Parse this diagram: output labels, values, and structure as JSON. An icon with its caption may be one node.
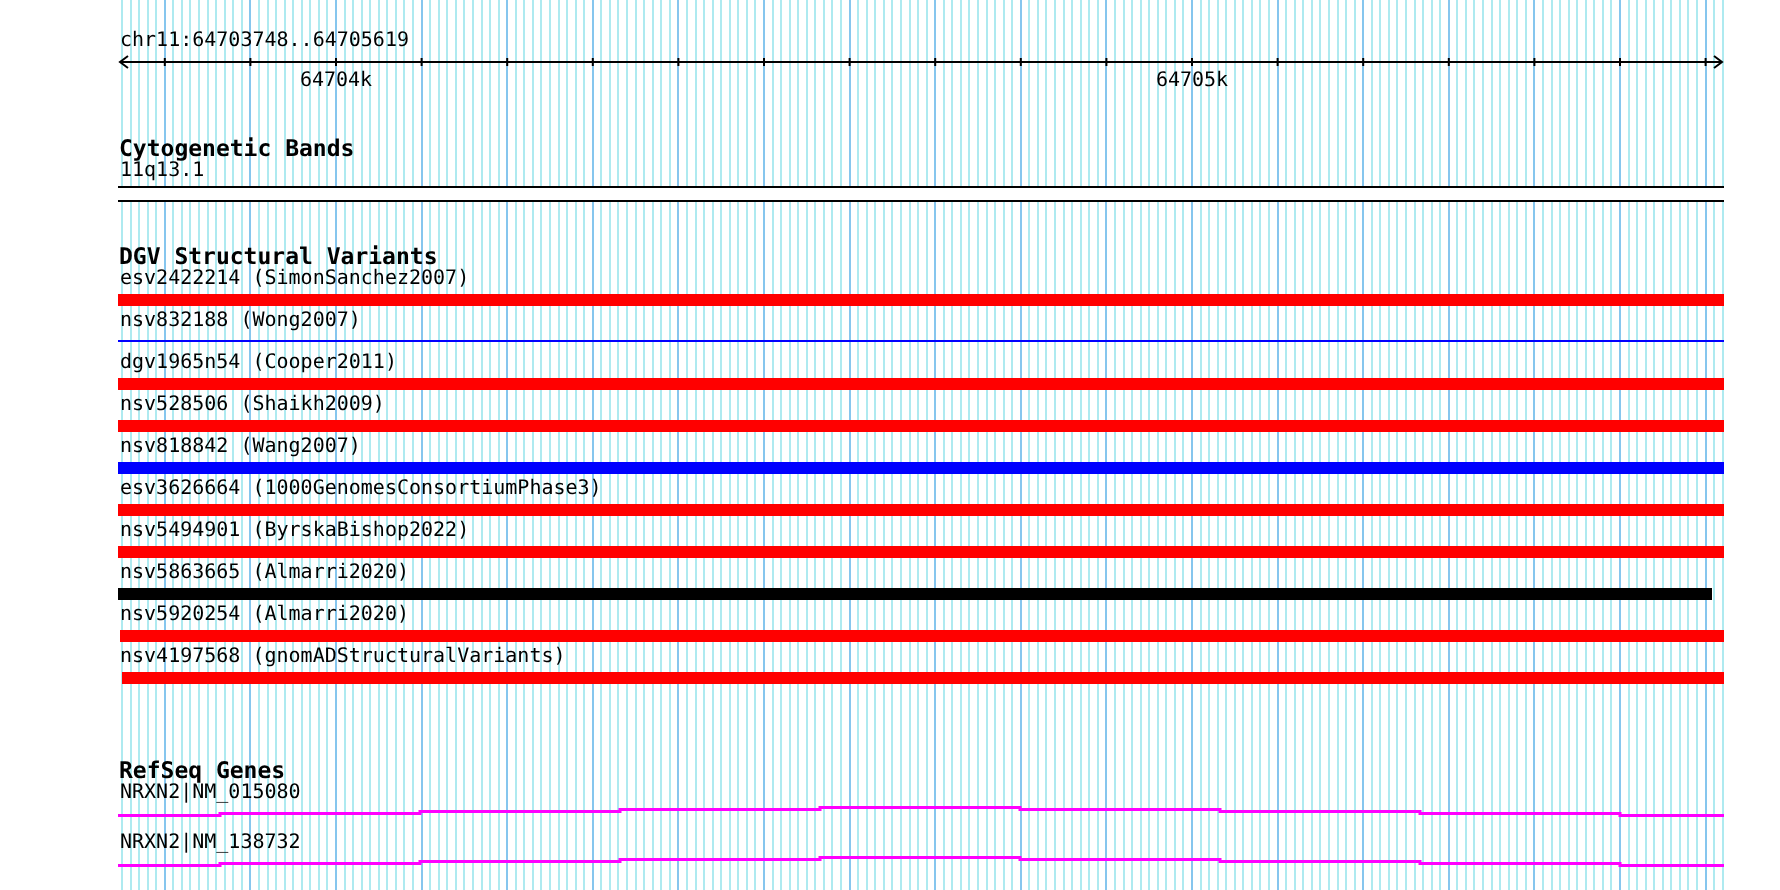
{
  "diagram": {
    "nodes": [
      {
        "text": [
          "11q13.1"
        ]
      },
      {
        "text": [
          "esv2422214 (SimonSanchez2007)"
        ]
      },
      {
        "text": [
          "nsv832188 (Wong2007)"
        ]
      },
      {
        "text": [
          "dgv1965n54 (Cooper2011)"
        ]
      },
      {
        "text": [
          "nsv528506 (Shaikh2009)"
        ]
      },
      {
        "text": [
          "nsv818842 (Wang2007)"
        ]
      },
      {
        "text": [
          "esv3626664 (1000GenomesConsortiumPhase3)"
        ]
      },
      {
        "text": [
          "nsv5494901 (ByrskaBishop2022)"
        ]
      },
      {
        "text": [
          "nsv5863665 (Almarri2020)"
        ]
      },
      {
        "text": [
          "nsv5920254 (Almarri2020)"
        ]
      },
      {
        "text": [
          "nsv4197568 (gnomADStructuralVariants)"
        ]
      },
      {
        "text": [
          "NRXN2|NM_015080"
        ]
      },
      {
        "text": [
          "NRXN2|NM_138732"
        ]
      }
    ],
    "labels": [
      "chr11:64703748..64705619",
      "64704k",
      "64705k",
      "Cytogenetic Bands",
      "DGV Structural Variants",
      "RefSeq Genes"
    ]
  }
}
